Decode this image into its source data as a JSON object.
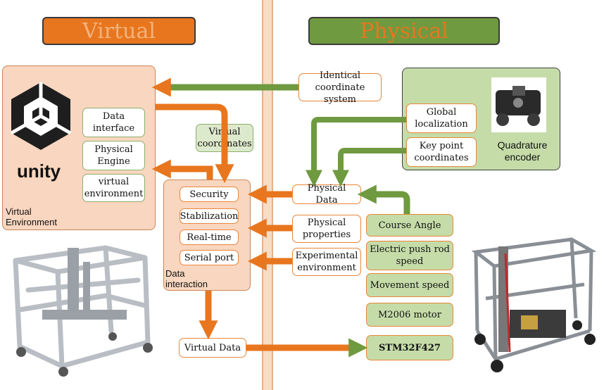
{
  "banners": {
    "virtual": "Virtual",
    "physical": "Physical"
  },
  "virtual_env": {
    "logo_text": "unity",
    "label": "Virtual\nEnvironment",
    "items": [
      "Data interface",
      "Physical Engine",
      "virtual environment"
    ]
  },
  "data_interaction": {
    "label": "Data\ninteraction",
    "items": [
      "Security",
      "Stabilization",
      "Real-time",
      "Serial port"
    ]
  },
  "center": {
    "identical_coordinate": "Identical coordinate system",
    "virtual_coordinates": "Virtual coordinates",
    "physical_data": "Physical Data",
    "physical_properties": "Physical properties",
    "experimental_environment": "Experimental environment",
    "virtual_data": "Virtual Data"
  },
  "physical_env": {
    "global_localization": "Global localization",
    "key_point_coordinates": "Key point coordinates",
    "encoder_label": "Quadrature encoder"
  },
  "robot_chain": [
    "Course Angle",
    "Electric push rod speed",
    "Movement speed",
    "M2006 motor",
    "STM32F427"
  ],
  "colors": {
    "orange": "#e8761e",
    "green": "#6f9a3f",
    "panel_orange": "#f9d6bf",
    "panel_green": "#c5dca8"
  }
}
